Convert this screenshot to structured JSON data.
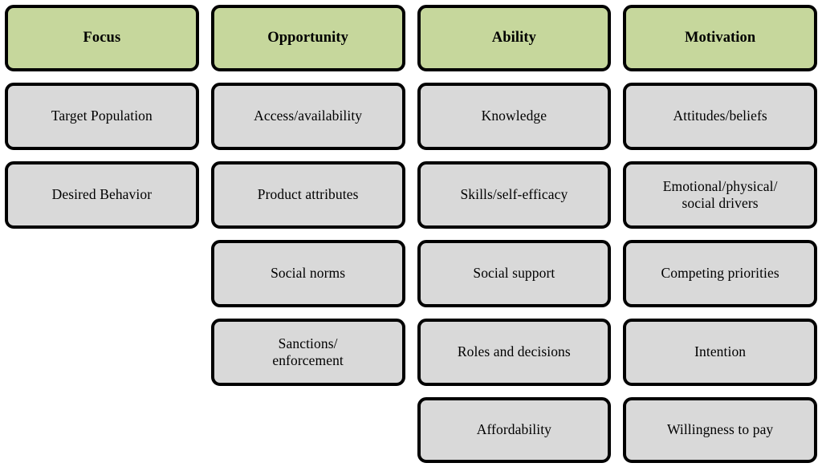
{
  "diagram": {
    "type": "four-column-framework-table",
    "title": "",
    "colors": {
      "header_fill": "#c6d79c",
      "cell_fill": "#d9d9d9",
      "border": "#000000",
      "text": "#000000",
      "background": "#ffffff"
    },
    "columns": [
      {
        "header": "Focus",
        "items": [
          "Target Population",
          "Desired Behavior"
        ]
      },
      {
        "header": "Opportunity",
        "items": [
          "Access/availability",
          "Product attributes",
          "Social norms",
          "Sanctions/\nenforcement"
        ]
      },
      {
        "header": "Ability",
        "items": [
          "Knowledge",
          "Skills/self-efficacy",
          "Social support",
          "Roles and decisions",
          "Affordability"
        ]
      },
      {
        "header": "Motivation",
        "items": [
          "Attitudes/beliefs",
          "Emotional/physical/\nsocial drivers",
          "Competing priorities",
          "Intention",
          "Willingness to pay"
        ]
      }
    ],
    "cells": {
      "r0c0": "Focus",
      "r0c1": "Opportunity",
      "r0c2": "Ability",
      "r0c3": "Motivation",
      "r1c0": "Target Population",
      "r1c1": "Access/availability",
      "r1c2": "Knowledge",
      "r1c3": "Attitudes/beliefs",
      "r2c0": "Desired Behavior",
      "r2c1": "Product attributes",
      "r2c2": "Skills/self-efficacy",
      "r2c3": "Emotional/physical/ social drivers",
      "r3c0": "",
      "r3c1": "Social norms",
      "r3c2": "Social support",
      "r3c3": "Competing priorities",
      "r4c0": "",
      "r4c1": "Sanctions/ enforcement",
      "r4c2": "Roles and decisions",
      "r4c3": "Intention",
      "r5c0": "",
      "r5c1": "",
      "r5c2": "Affordability",
      "r5c3": "Willingness to pay"
    },
    "multiline": {
      "r2c3": [
        "Emotional/physical/",
        "social drivers"
      ],
      "r4c1": [
        "Sanctions/",
        "enforcement"
      ]
    }
  }
}
